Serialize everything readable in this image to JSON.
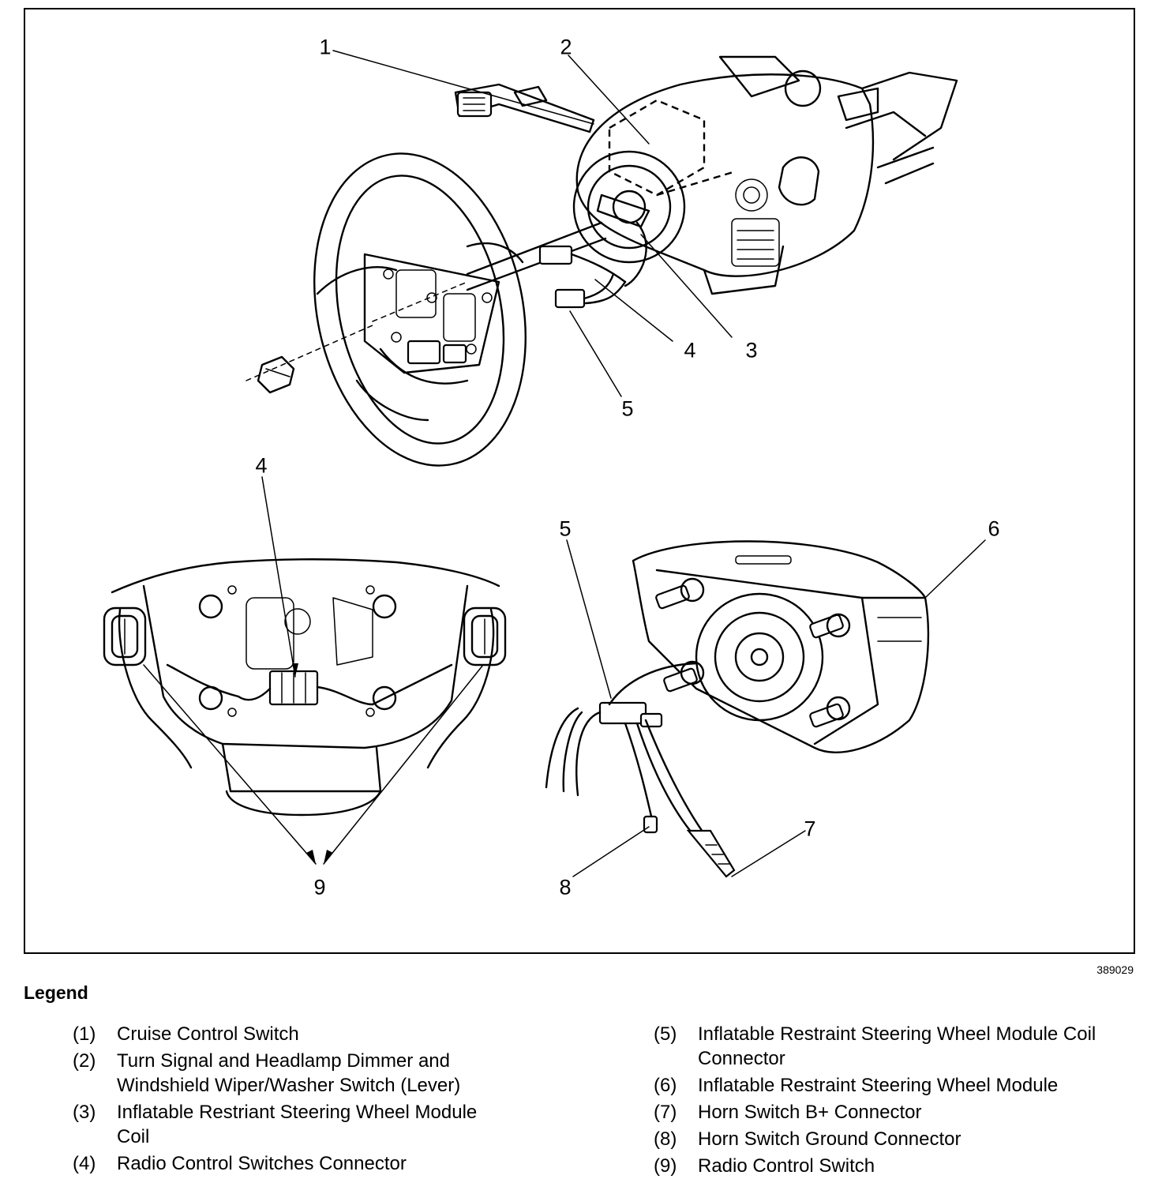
{
  "figure_id": "389029",
  "callouts": {
    "c1": "1",
    "c2": "2",
    "c3": "3",
    "c4a": "4",
    "c5a": "5",
    "c4b": "4",
    "c5b": "5",
    "c6": "6",
    "c7": "7",
    "c8": "8",
    "c9": "9"
  },
  "legend": {
    "title": "Legend",
    "items": [
      {
        "num": "(1)",
        "text": "Cruise Control Switch"
      },
      {
        "num": "(2)",
        "text": "Turn Signal and Headlamp Dimmer and Windshield Wiper/Washer Switch (Lever)"
      },
      {
        "num": "(3)",
        "text": "Inflatable Restriant Steering Wheel Module Coil"
      },
      {
        "num": "(4)",
        "text": "Radio Control Switches Connector"
      },
      {
        "num": "(5)",
        "text": "Inflatable Restraint Steering Wheel Module Coil Connector"
      },
      {
        "num": "(6)",
        "text": "Inflatable Restraint Steering Wheel Module"
      },
      {
        "num": "(7)",
        "text": "Horn Switch B+ Connector"
      },
      {
        "num": "(8)",
        "text": "Horn Switch Ground Connector"
      },
      {
        "num": "(9)",
        "text": "Radio Control Switch"
      }
    ]
  }
}
